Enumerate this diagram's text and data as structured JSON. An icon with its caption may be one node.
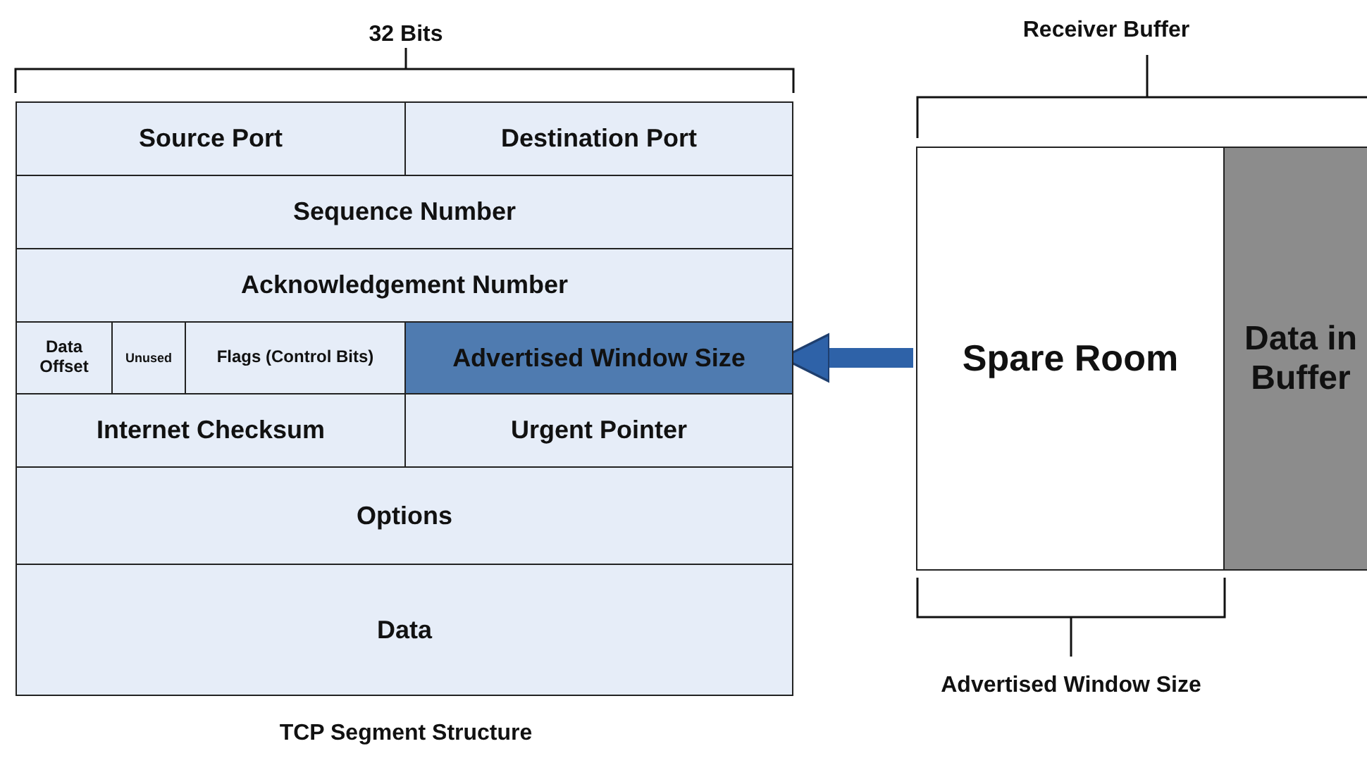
{
  "diagram": {
    "caption": "TCP Segment Structure",
    "nodes": [
      {
        "text": [
          "Source Port"
        ]
      },
      {
        "text": [
          "Destination Port"
        ]
      },
      {
        "text": [
          "Sequence Number"
        ]
      },
      {
        "text": [
          "Acknowledgement Number"
        ]
      },
      {
        "text": [
          "Data Offset"
        ]
      },
      {
        "text": [
          "Unused"
        ]
      },
      {
        "text": [
          "Flags (Control Bits)"
        ]
      },
      {
        "text": [
          "Advertised Window Size"
        ]
      },
      {
        "text": [
          "Internet Checksum"
        ]
      },
      {
        "text": [
          "Urgent Pointer"
        ]
      },
      {
        "text": [
          "Options"
        ]
      },
      {
        "text": [
          "Data"
        ]
      },
      {
        "text": [
          "Spare Room"
        ]
      },
      {
        "text": [
          "Data in Buffer"
        ]
      }
    ],
    "edges": [
      {
        "from": 12,
        "to": 7,
        "arrow": "to"
      }
    ],
    "labels": [
      "32 Bits",
      "Receiver Buffer",
      "Advertised Window Size"
    ]
  }
}
